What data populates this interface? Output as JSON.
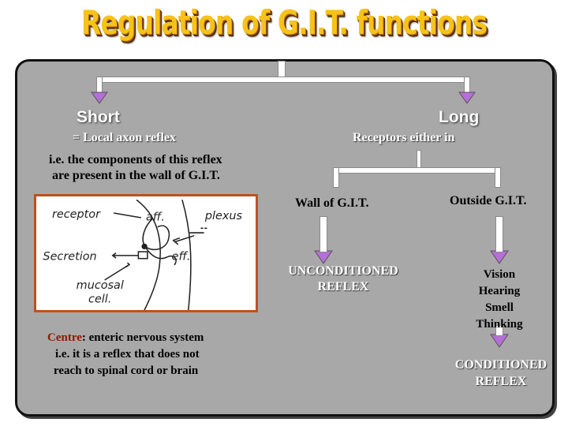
{
  "title": "Regulation of G.I.T. functions",
  "short": {
    "heading": "Short",
    "subtitle": "= Local axon reflex",
    "description_line1": "i.e.  the components of this reflex",
    "description_line2": "are  present in the wall of G.I.T.",
    "sketch_labels": {
      "receptor": "receptor",
      "aff": "aff.",
      "plexus": "plexus",
      "secretion": "Secretion",
      "eff": "eff.",
      "mucosal": "mucosal",
      "cell": "cell."
    },
    "centre_label": "Centre",
    "centre_line1": ": enteric nervous system",
    "centre_line2": "i.e. it is a reflex that does not",
    "centre_line3": "reach to spinal cord or brain"
  },
  "long": {
    "heading": "Long",
    "receptors": "Receptors either in",
    "wall": "Wall  of  G.I.T.",
    "outside": "Outside G.I.T.",
    "unconditioned_line1": "UNCONDITIONED",
    "unconditioned_line2": "REFLEX",
    "senses": [
      "Vision",
      "Hearing",
      "Smell",
      "Thinking"
    ],
    "conditioned_line1": "CONDITIONED",
    "conditioned_line2": "REFLEX"
  },
  "colors": {
    "title": "#f7c21a",
    "panel": "#a8a8a8",
    "arrow_fill": "#ffffff",
    "arrow_head": "#b56fd6",
    "centre_label": "#8b1a00",
    "sketch_border": "#c0501e"
  }
}
